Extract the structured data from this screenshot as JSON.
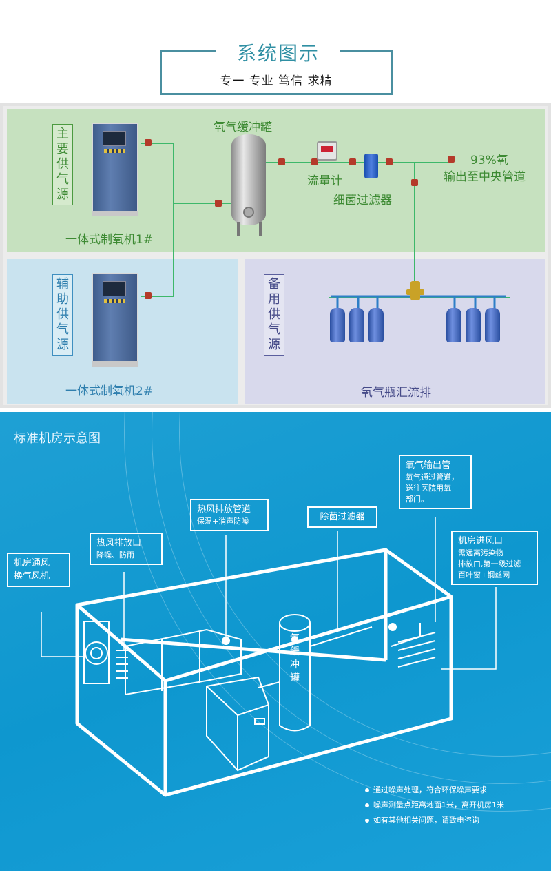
{
  "header": {
    "title": "系统图示",
    "subtitle": "专一 专业 笃信 求精"
  },
  "system": {
    "zones": {
      "main": "主要供气源",
      "aux": "辅助供气源",
      "backup": "备用供气源"
    },
    "labels": {
      "generator1": "一体式制氧机1#",
      "generator2": "一体式制氧机2#",
      "buffer_tank": "氧气缓冲罐",
      "flow_meter": "流量计",
      "filter": "细菌过滤器",
      "output_line1": "93%氧",
      "output_line2": "输出至中央管道",
      "bottle_manifold": "氧气瓶汇流排"
    }
  },
  "room": {
    "title": "标准机房示意图",
    "callouts": {
      "ventilator": {
        "line1": "机房通风",
        "line2": "换气风机"
      },
      "hot_outlet": {
        "title": "热风排放口",
        "sub": "降噪、防雨"
      },
      "hot_duct": {
        "title": "热风排放管道",
        "sub": "保温+消声防噪"
      },
      "sterile_filter": {
        "title": "除菌过滤器"
      },
      "oxygen_out": {
        "title": "氧气输出管",
        "sub1": "氧气通过管道，",
        "sub2": "送往医院用氧",
        "sub3": "部门。"
      },
      "air_inlet": {
        "title": "机房进风口",
        "sub1": "需远离污染物",
        "sub2": "排放口,第一级过滤",
        "sub3": "百叶窗+钢丝网"
      }
    },
    "tank_label": [
      "氧",
      "缓",
      "冲",
      "罐"
    ],
    "notes": [
      "通过噪声处理，符合环保噪声要求",
      "噪声测量点距离地面1米，离开机房1米",
      "如有其他相关问题，请致电咨询"
    ]
  },
  "colors": {
    "accent": "#2f8fa3",
    "green_zone": "#c6e1bf",
    "blue_zone": "#c9e3ef",
    "purple_zone": "#d8d9ec",
    "room_bg": "#0e97cf"
  }
}
